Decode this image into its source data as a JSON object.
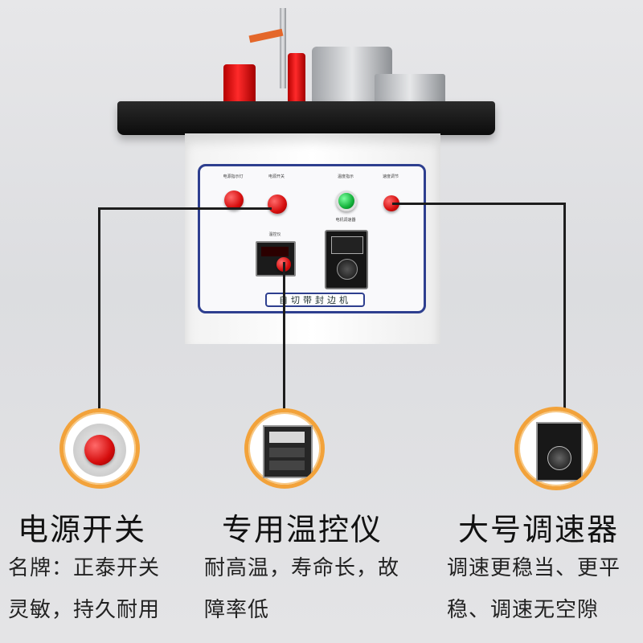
{
  "machine": {
    "nameplate": "自切带封边机",
    "panel_labels": {
      "power_indicator": "电源指示灯",
      "power_switch": "电源开关",
      "temp_indicator": "温度指示",
      "speed_switch": "速度调节",
      "temp_controller": "温控仪",
      "speed_controller": "电机调速器"
    }
  },
  "callouts": [
    {
      "title": "电源开关",
      "lines": [
        "名牌：正泰开关",
        "灵敏，持久耐用"
      ],
      "icon": "red-switch-icon"
    },
    {
      "title": "专用温控仪",
      "lines": [
        "耐高温，寿命长，故",
        "障率低"
      ],
      "icon": "temperature-controller-icon"
    },
    {
      "title": "大号调速器",
      "lines": [
        "调速更稳当、更平",
        "稳、调速无空隙"
      ],
      "icon": "speed-dial-icon"
    }
  ],
  "colors": {
    "accent_ring": "#f2a23a",
    "panel_border": "#2e3f8f",
    "lamp_red": "#d50d0d",
    "lamp_green": "#13b13a"
  }
}
